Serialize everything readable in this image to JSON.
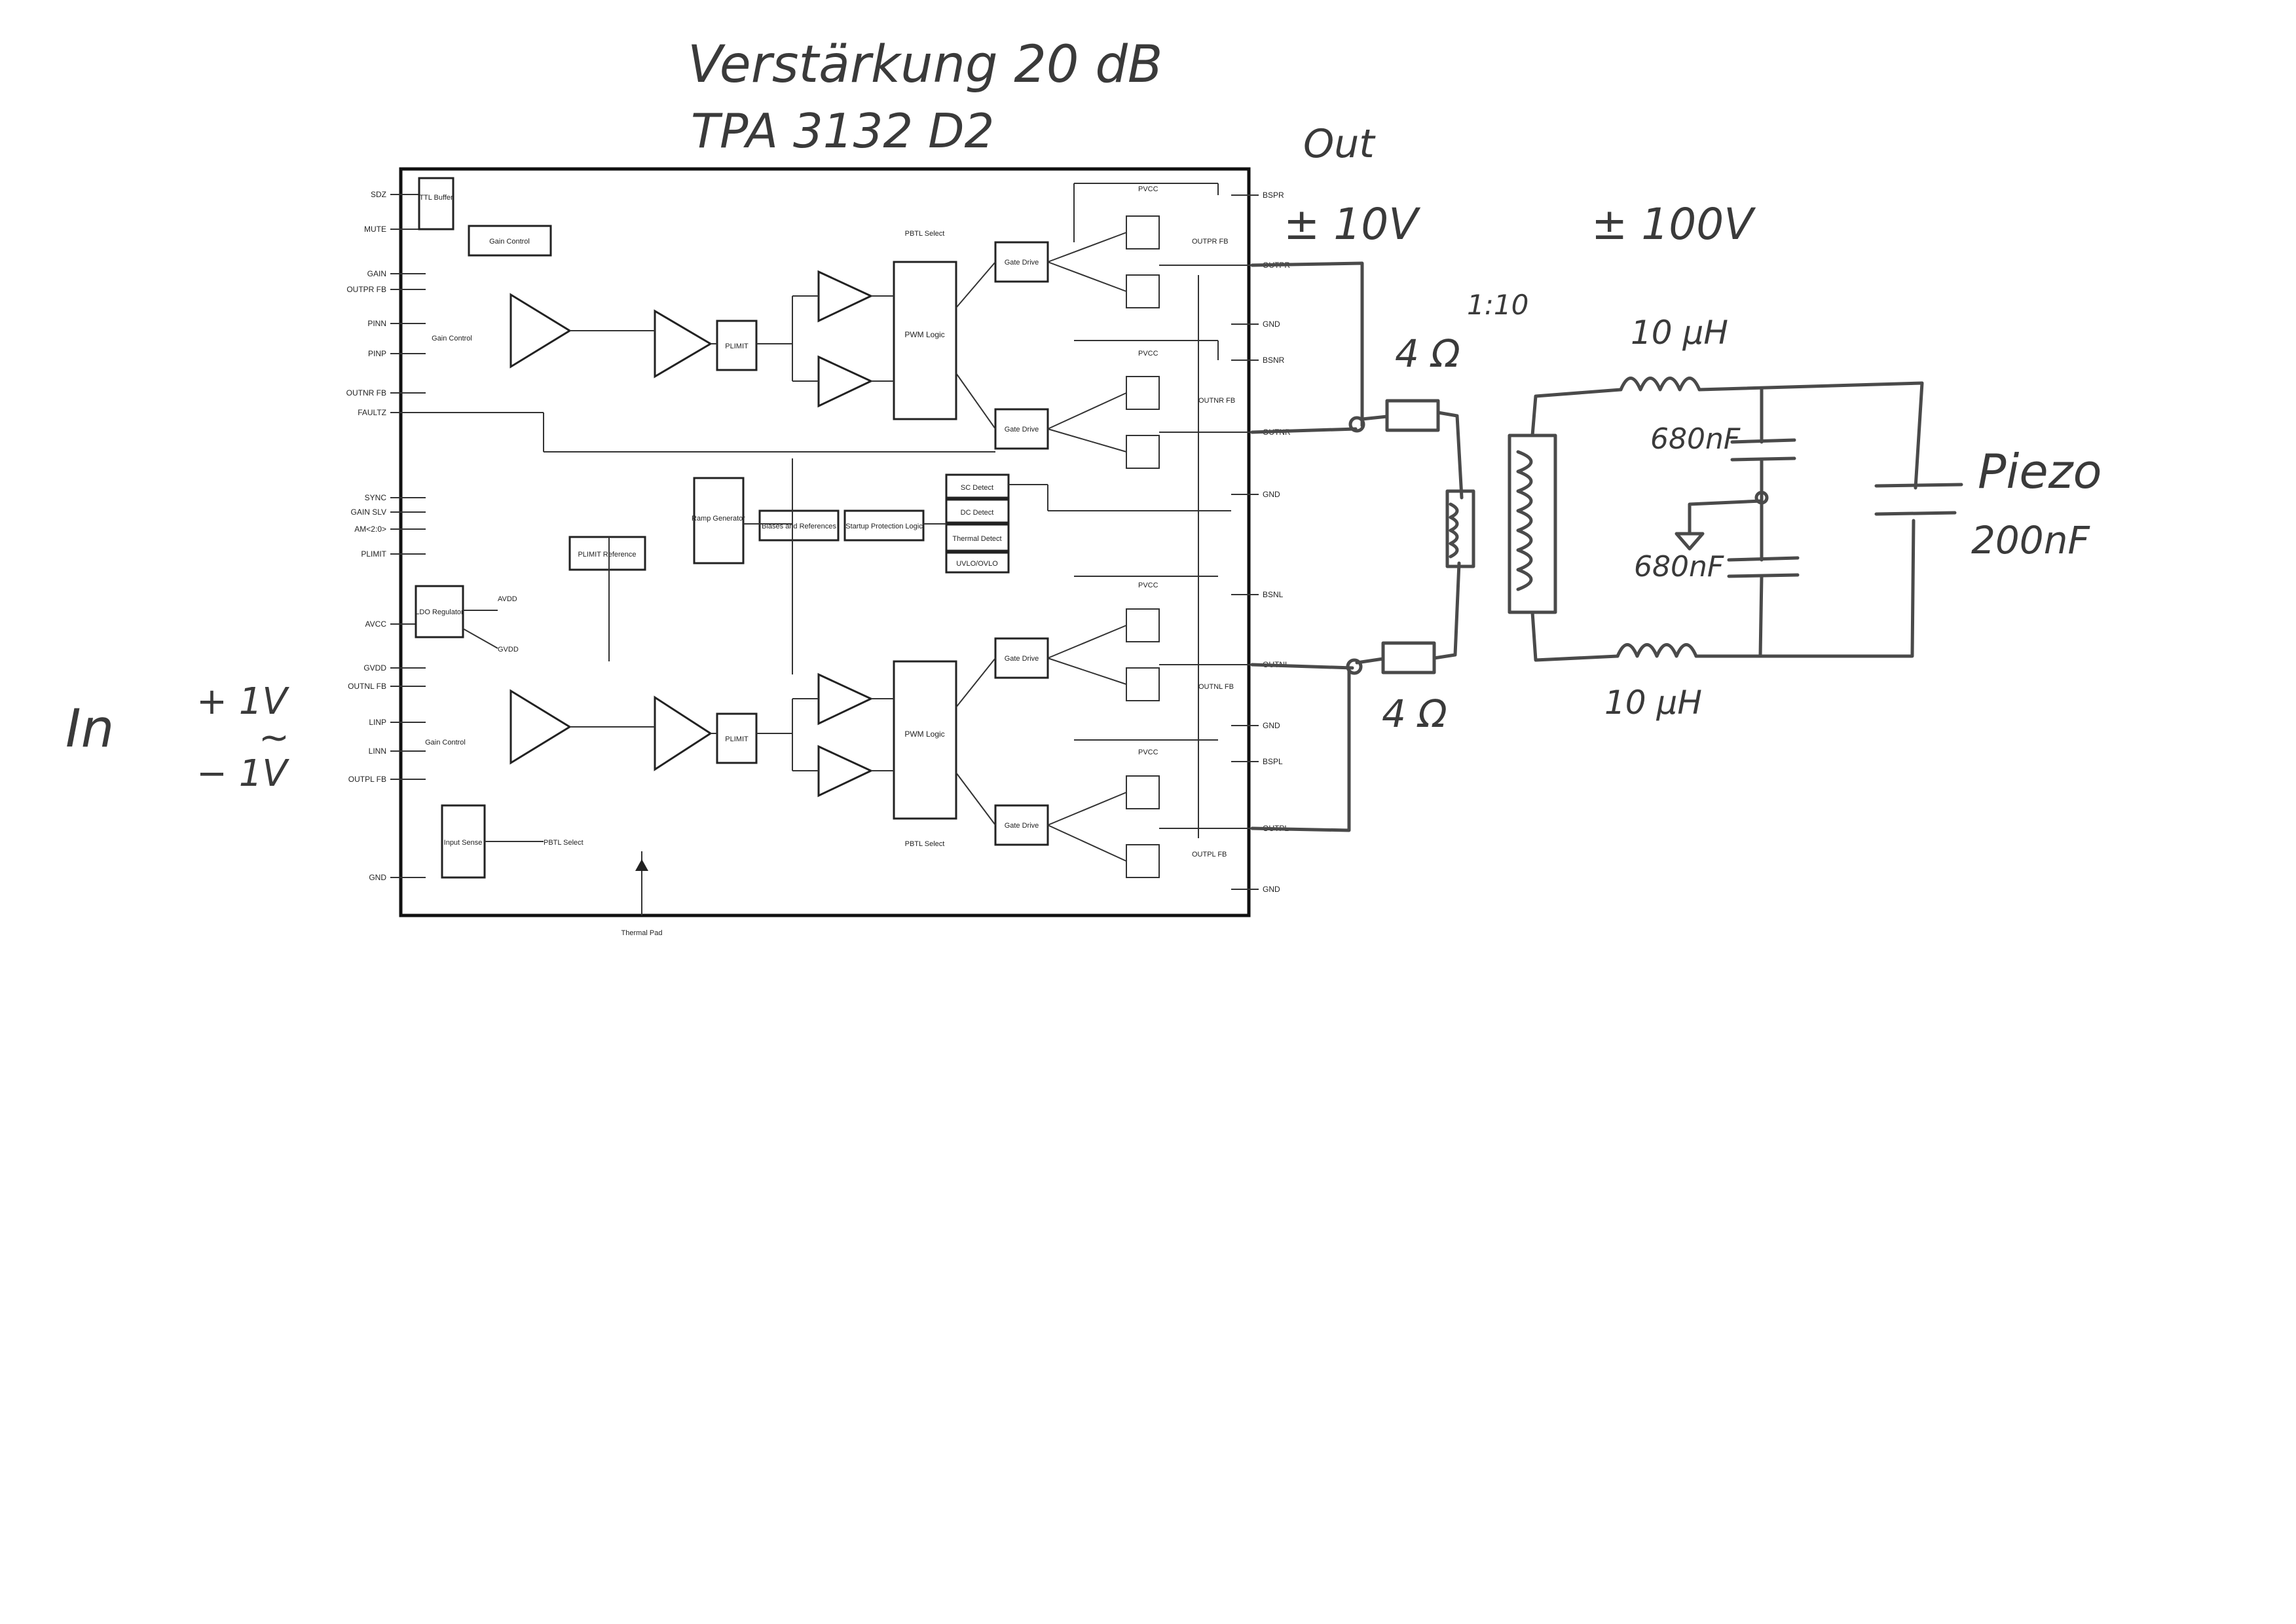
{
  "handwritten": {
    "gain": "Verstärkung  20 dB",
    "part": "TPA 3132 D2",
    "out": "Out",
    "out_voltage": "± 10V",
    "high_voltage": "± 100V",
    "ratio": "1:10",
    "r_top": "4 Ω",
    "r_bottom": "4 Ω",
    "ind_top": "10 µH",
    "ind_bottom": "10 µH",
    "cap_top": "680nF",
    "cap_bottom": "680nF",
    "piezo": "Piezo",
    "piezo_cap": "200nF",
    "in": "In",
    "in_plus": "+ 1V",
    "in_tilde": "~",
    "in_minus": "− 1V"
  },
  "chip": {
    "left_pins": [
      "SDZ",
      "MUTE",
      "GAIN",
      "OUTPR FB",
      "PINN",
      "PINP",
      "OUTNR FB",
      "FAULTZ",
      "SYNC",
      "GAIN SLV",
      "AM<2:0>",
      "PLIMIT",
      "AVCC",
      "GVDD",
      "OUTNL FB",
      "LINP",
      "LINN",
      "OUTPL FB",
      "GND"
    ],
    "right_pins": [
      "BSPR",
      "OUTPR",
      "GND",
      "BSNR",
      "OUTNR",
      "GND",
      "BSNL",
      "OUTNL",
      "GND",
      "BSPL",
      "OUTPL",
      "GND"
    ],
    "blocks": {
      "ttl": "TTL Buffer",
      "gain_control": "Gain Control",
      "gain_control_r": "Gain Control",
      "gain_control_l": "Gain Control",
      "plimit_r": "PLIMIT",
      "plimit_l": "PLIMIT",
      "pwm_r": "PWM Logic",
      "pwm_l": "PWM Logic",
      "gate_1": "Gate Drive",
      "gate_2": "Gate Drive",
      "gate_3": "Gate Drive",
      "gate_4": "Gate Drive",
      "ramp": "Ramp Generator",
      "biases": "Biases and References",
      "startup": "Startup Protection Logic",
      "sc": "SC Detect",
      "dc": "DC Detect",
      "thermal": "Thermal Detect",
      "uvlo": "UVLO/OVLO",
      "plimit_ref": "PLIMIT Reference",
      "ldo": "LDO Regulator",
      "input_sense": "Input Sense",
      "pbtl_top": "PBTL Select",
      "pbtl_bottom": "PBTL Select",
      "pbtl_sense": "PBTL Select",
      "thermal_pad": "Thermal Pad",
      "pvcc": "PVCC",
      "gvdd": "GVDD",
      "avdd": "AVDD",
      "outpr_fb": "OUTPR FB",
      "outnr_fb": "OUTNR FB",
      "outnl_fb": "OUTNL FB",
      "outpl_fb": "OUTPL FB"
    }
  }
}
